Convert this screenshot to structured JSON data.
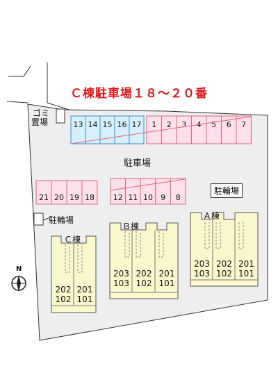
{
  "title": "Ｃ棟駐車場１８～２０番",
  "colors": {
    "title": "#e0161b",
    "lot_fill": "#eeeeee",
    "stall_pink": "#fde0ea",
    "stall_pink_border": "#e0667f",
    "stall_blue": "#d7eefb",
    "stall_blue_border": "#3c8ed0",
    "building": "#fbf7cd",
    "highlight_line": "#e0667f"
  },
  "labels": {
    "garbage": "ゴミ\n置場",
    "garbage_line1": "ゴミ",
    "garbage_line2": "置場",
    "parking": "駐車場",
    "bike_right": "駐輪場",
    "bike_left": "駐輪場",
    "north": "N"
  },
  "stalls_top_blue": [
    "13",
    "14",
    "15",
    "16",
    "17"
  ],
  "stalls_top_pink": [
    "1",
    "2",
    "3",
    "4",
    "5",
    "6",
    "7"
  ],
  "stalls_mid_left": [
    "21",
    "20",
    "19",
    "18"
  ],
  "stalls_mid_right": [
    "12",
    "11",
    "10",
    "9",
    "8"
  ],
  "buildings": [
    {
      "name": "Ｃ棟",
      "rooms_top": [
        "202",
        "201"
      ],
      "rooms_bottom": [
        "102",
        "101"
      ]
    },
    {
      "name": "Ｂ棟",
      "rooms_top": [
        "203",
        "202",
        "201"
      ],
      "rooms_bottom": [
        "103",
        "102",
        "101"
      ]
    },
    {
      "name": "Ａ棟",
      "rooms_top": [
        "203",
        "202",
        "201"
      ],
      "rooms_bottom": [
        "103",
        "102",
        "101"
      ]
    }
  ]
}
